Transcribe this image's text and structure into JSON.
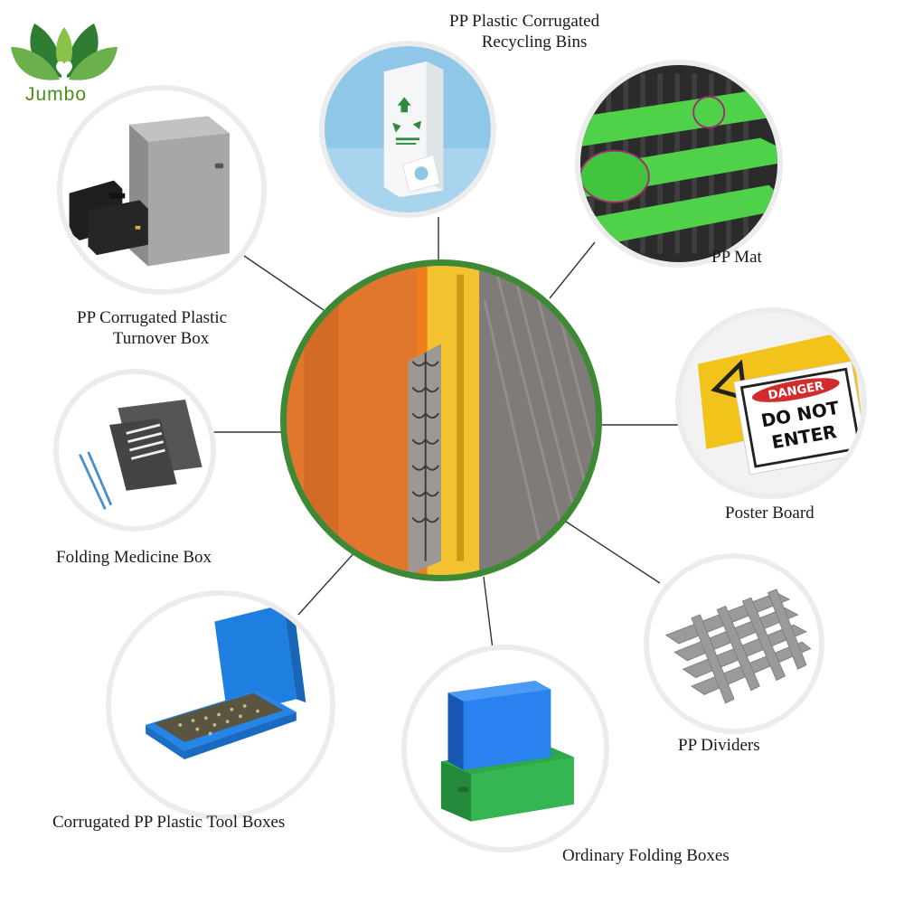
{
  "brand": {
    "name": "Jumbo",
    "leaf_colors": [
      "#2e7d32",
      "#4caf50",
      "#8bc34a"
    ],
    "text_color": "#4a8f1a"
  },
  "center": {
    "ring_color": "#3e8a34",
    "colors": [
      "#e0772d",
      "#f2c230",
      "#8a8784"
    ]
  },
  "products": [
    {
      "id": "recycling-bins",
      "lines": [
        "PP Plastic Corrugated",
        "Recycling Bins"
      ],
      "icon": "recycle-box-icon"
    },
    {
      "id": "pp-mat",
      "lines": [
        "PP Mat"
      ],
      "icon": "mat-icon"
    },
    {
      "id": "poster-board",
      "lines": [
        "Poster Board"
      ],
      "icon": "danger-sign-icon",
      "sign": {
        "header": "DANGER",
        "line1": "DO NOT",
        "line2": "ENTER"
      }
    },
    {
      "id": "pp-dividers",
      "lines": [
        "PP Dividers"
      ],
      "icon": "grid-divider-icon"
    },
    {
      "id": "folding-boxes",
      "lines": [
        "Ordinary Folding Boxes"
      ],
      "icon": "folding-box-icon"
    },
    {
      "id": "tool-boxes",
      "lines": [
        "Corrugated PP Plastic Tool Boxes"
      ],
      "icon": "tool-box-icon"
    },
    {
      "id": "medicine-box",
      "lines": [
        "Folding Medicine Box"
      ],
      "icon": "medicine-box-icon"
    },
    {
      "id": "turnover-box",
      "lines": [
        "PP Corrugated Plastic",
        "Turnover Box"
      ],
      "icon": "turnover-box-icon"
    }
  ]
}
